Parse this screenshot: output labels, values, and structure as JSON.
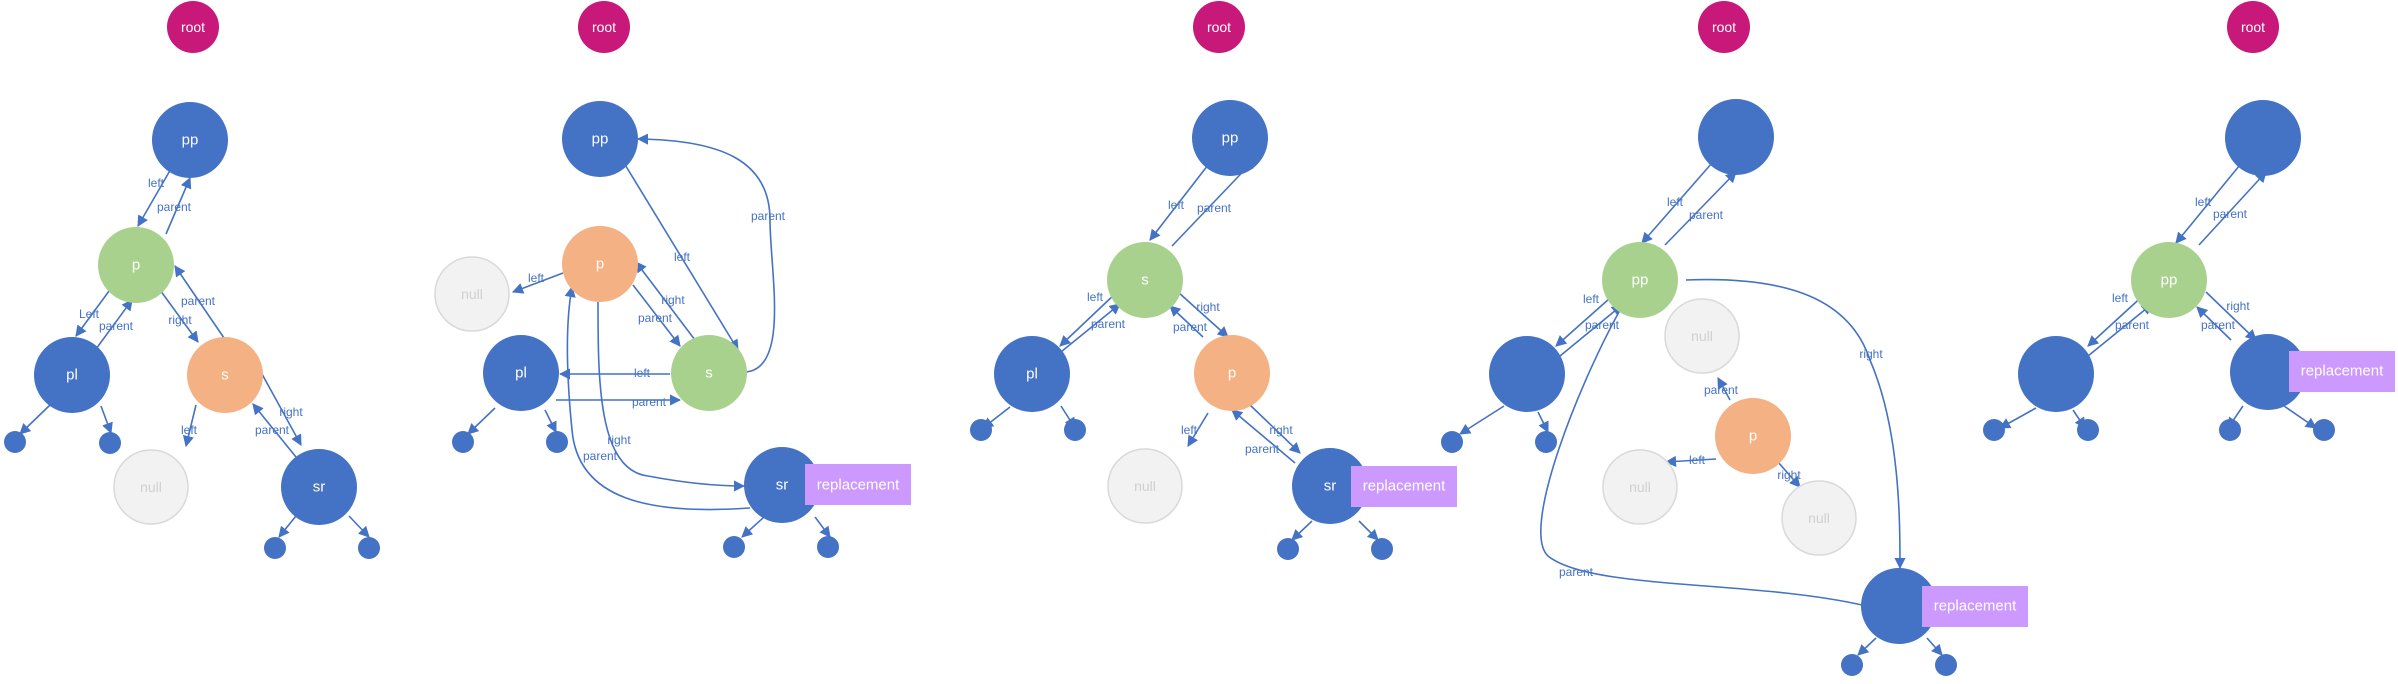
{
  "colors": {
    "blue": "#4472c4",
    "green": "#a9d18e",
    "orange": "#f4b183",
    "null_fill": "#f2f2f2",
    "null_stroke": "#d9d9d9",
    "root": "#c8187a",
    "replacement": "#cc99ff"
  },
  "labels": {
    "root": "root",
    "pp": "pp",
    "p": "p",
    "s": "s",
    "pl": "pl",
    "sr": "sr",
    "null": "null",
    "replacement": "replacement",
    "left": "left",
    "Left": "Left",
    "right": "right",
    "parent": "parent"
  }
}
